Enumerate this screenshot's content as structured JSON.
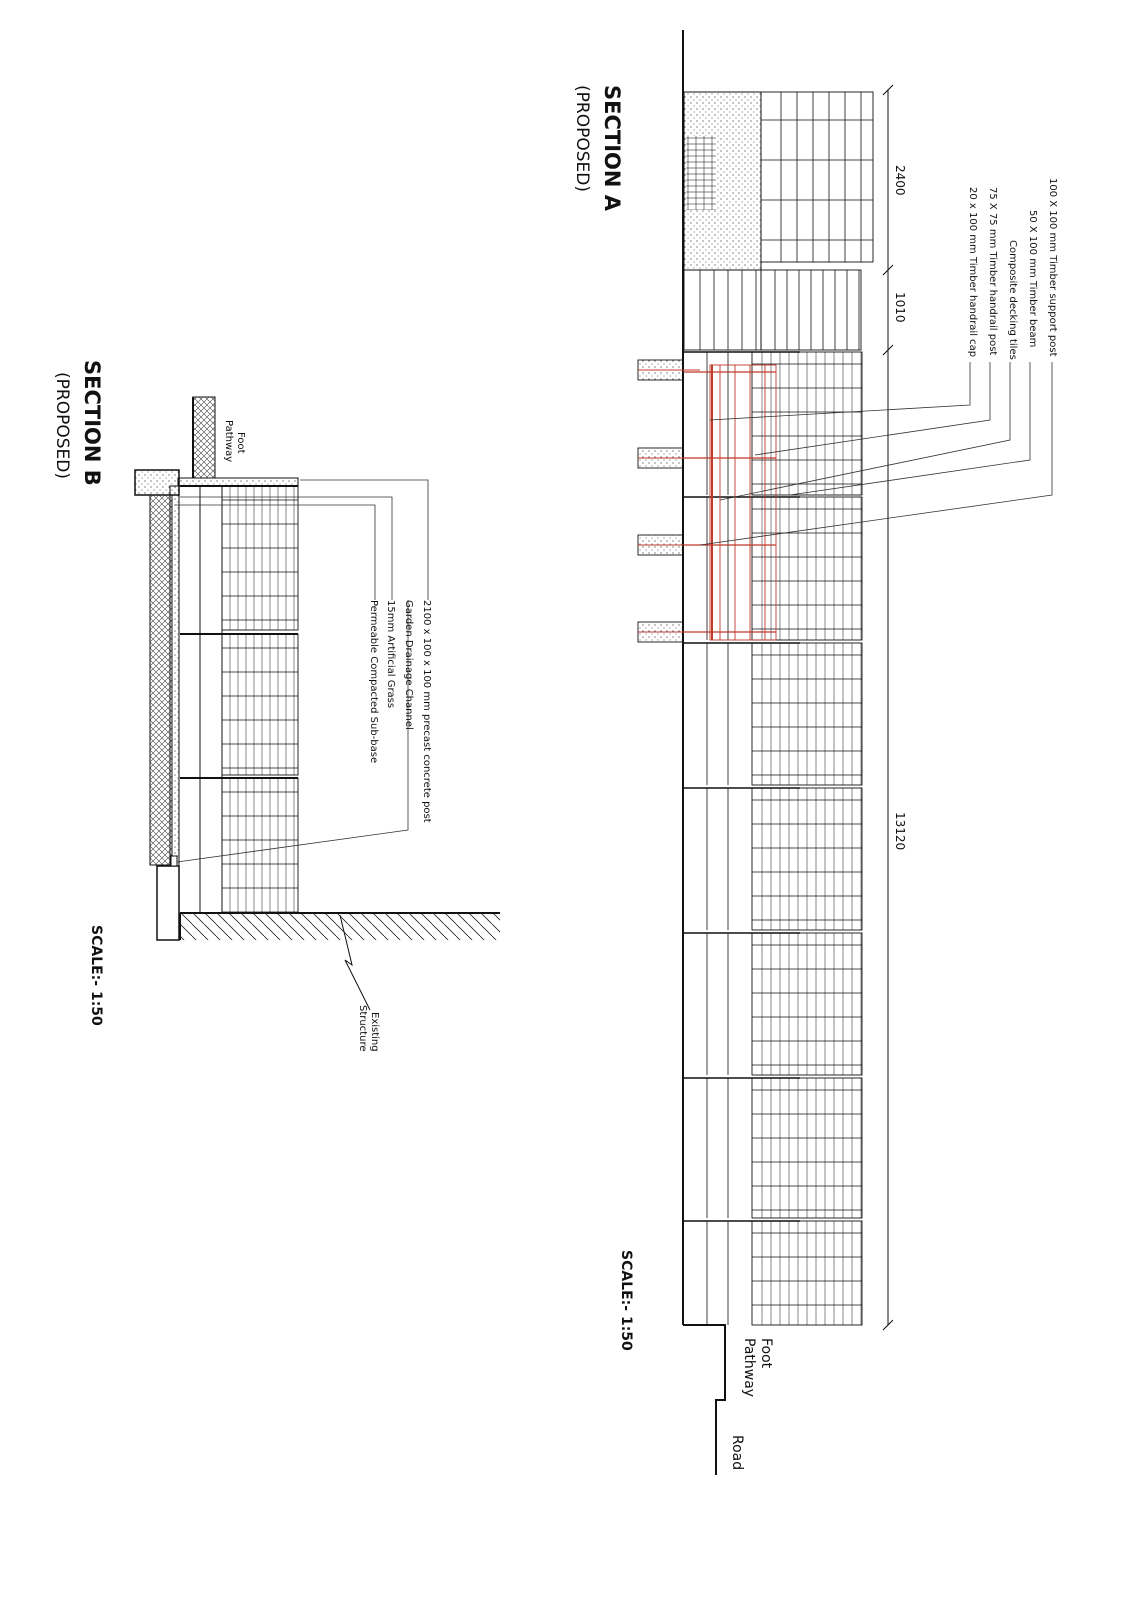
{
  "section_a": {
    "title": "SECTION A",
    "subtitle": "(PROPOSED)",
    "scale": "SCALE:-  1:50",
    "dimensions": [
      "2400",
      "1010",
      "13120"
    ],
    "labels": [
      "100 X 100 mm Timber support post",
      "50 X 100 mm Timber beam",
      "Composite decking tiles",
      "75 X 75 mm Timber handrail post",
      "20 x 100 mm Timber handrail cap"
    ],
    "foot_pathway": [
      "Foot",
      "Pathway"
    ],
    "road": "Road"
  },
  "section_b": {
    "title": "SECTION B",
    "subtitle": "(PROPOSED)",
    "scale": "SCALE:-  1:50",
    "labels": [
      "2100 x 100 x 100 mm precast concrete post",
      "Garden Drainage Channel",
      "15mm Artificial Grass",
      "Permeable Compacted Sub-base"
    ],
    "foot_pathway": [
      "Foot",
      "Pathway"
    ],
    "existing_structure": [
      "Existing",
      "Structure"
    ]
  },
  "colors": {
    "line": "#111111",
    "handrail": "#c0392b"
  }
}
